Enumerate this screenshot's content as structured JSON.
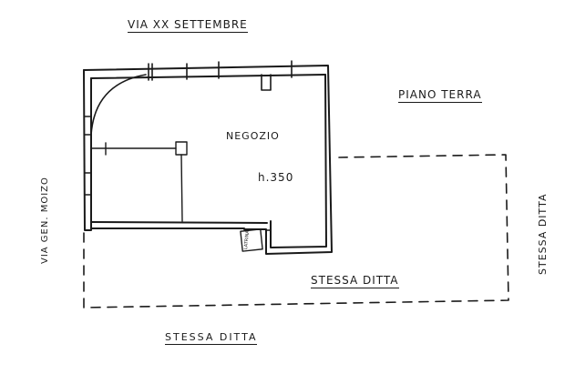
{
  "labels": {
    "street_top": "VIA XX SETTEMBRE",
    "floor": "PIANO TERRA",
    "room": "NEGOZIO",
    "height": "h.350",
    "street_left": "VIA GEN. MOIZO",
    "neighbor_right": "STESSA DITTA",
    "neighbor_bottom_inner": "STESSA DITTA",
    "neighbor_bottom_outer": "STESSA DITTA",
    "small_room": "LATRINA"
  },
  "colors": {
    "ink": "#1a1a1a",
    "paper": "#ffffff"
  }
}
